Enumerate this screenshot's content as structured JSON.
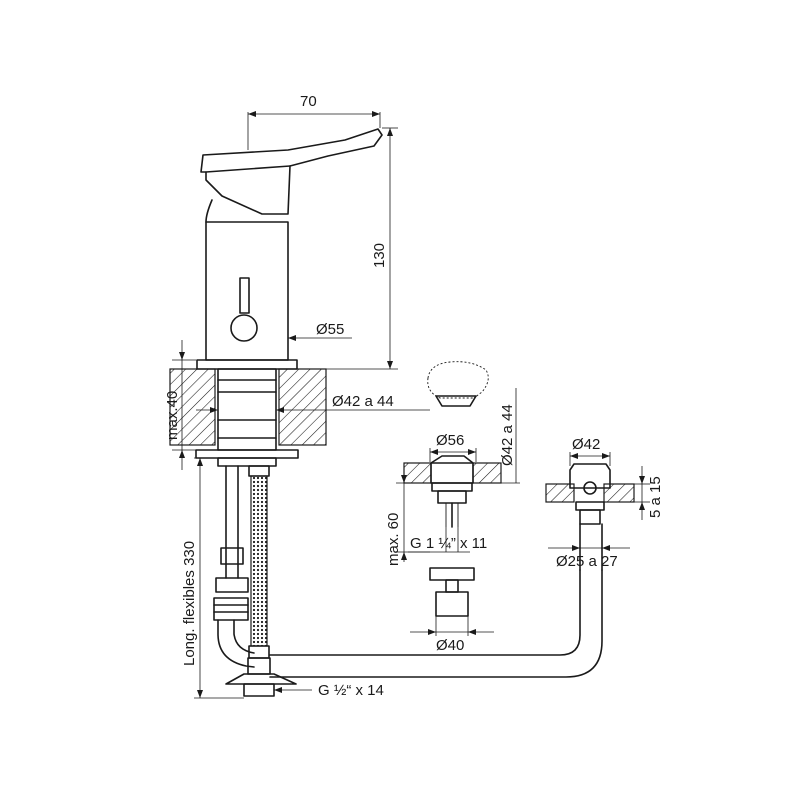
{
  "dimensions": {
    "width_70": "70",
    "height_130": "130",
    "diameter_55": "Ø55",
    "max_40": "max.40",
    "diameter_42_44_main": "Ø42 a 44",
    "hose_length": "Long. flexibles 330",
    "thread_half": "G ½“ x 14",
    "diameter_56": "Ø56",
    "diameter_42_44_waste": "Ø42 a 44",
    "max_60": "max. 60",
    "thread_1_quarter": "G 1 ¼” x 11",
    "diameter_40": "Ø40",
    "diameter_42_right": "Ø42",
    "range_5_15": "5 a 15",
    "diameter_25_27": "Ø25 a 27"
  }
}
